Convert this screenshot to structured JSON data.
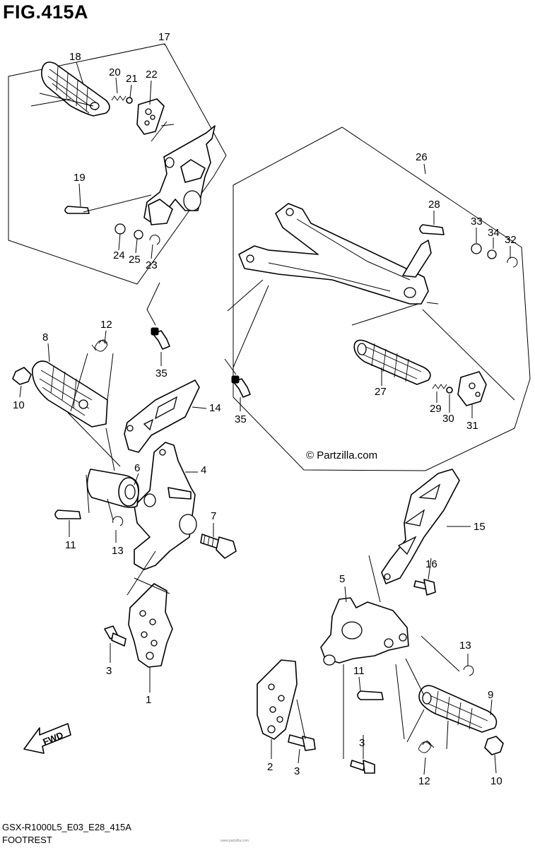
{
  "figure": {
    "title": "FIG.415A",
    "model_code": "GSX-R1000L5_E03_E28_415A",
    "subtitle": "FOOTREST",
    "watermark": "© Partzilla.com",
    "fwd_label": "FWD",
    "fine_print": "www.partzilla.com"
  },
  "callouts": [
    {
      "id": "c17",
      "num": "17"
    },
    {
      "id": "c18",
      "num": "18"
    },
    {
      "id": "c20",
      "num": "20"
    },
    {
      "id": "c21",
      "num": "21"
    },
    {
      "id": "c22",
      "num": "22"
    },
    {
      "id": "c19",
      "num": "19"
    },
    {
      "id": "c24",
      "num": "24"
    },
    {
      "id": "c25",
      "num": "25"
    },
    {
      "id": "c23",
      "num": "23"
    },
    {
      "id": "c26",
      "num": "26"
    },
    {
      "id": "c28",
      "num": "28"
    },
    {
      "id": "c33",
      "num": "33"
    },
    {
      "id": "c34",
      "num": "34"
    },
    {
      "id": "c32",
      "num": "32"
    },
    {
      "id": "c27",
      "num": "27"
    },
    {
      "id": "c29",
      "num": "29"
    },
    {
      "id": "c30",
      "num": "30"
    },
    {
      "id": "c31",
      "num": "31"
    },
    {
      "id": "c12a",
      "num": "12"
    },
    {
      "id": "c8",
      "num": "8"
    },
    {
      "id": "c10a",
      "num": "10"
    },
    {
      "id": "c35a",
      "num": "35"
    },
    {
      "id": "c35b",
      "num": "35"
    },
    {
      "id": "c14",
      "num": "14"
    },
    {
      "id": "c6",
      "num": "6"
    },
    {
      "id": "c4",
      "num": "4"
    },
    {
      "id": "c7",
      "num": "7"
    },
    {
      "id": "c11a",
      "num": "11"
    },
    {
      "id": "c13a",
      "num": "13"
    },
    {
      "id": "c3a",
      "num": "3"
    },
    {
      "id": "c1",
      "num": "1"
    },
    {
      "id": "c15",
      "num": "15"
    },
    {
      "id": "c16",
      "num": "16"
    },
    {
      "id": "c5",
      "num": "5"
    },
    {
      "id": "c13b",
      "num": "13"
    },
    {
      "id": "c11b",
      "num": "11"
    },
    {
      "id": "c9",
      "num": "9"
    },
    {
      "id": "c2",
      "num": "2"
    },
    {
      "id": "c3b",
      "num": "3"
    },
    {
      "id": "c3c",
      "num": "3"
    },
    {
      "id": "c12b",
      "num": "12"
    },
    {
      "id": "c10b",
      "num": "10"
    }
  ]
}
